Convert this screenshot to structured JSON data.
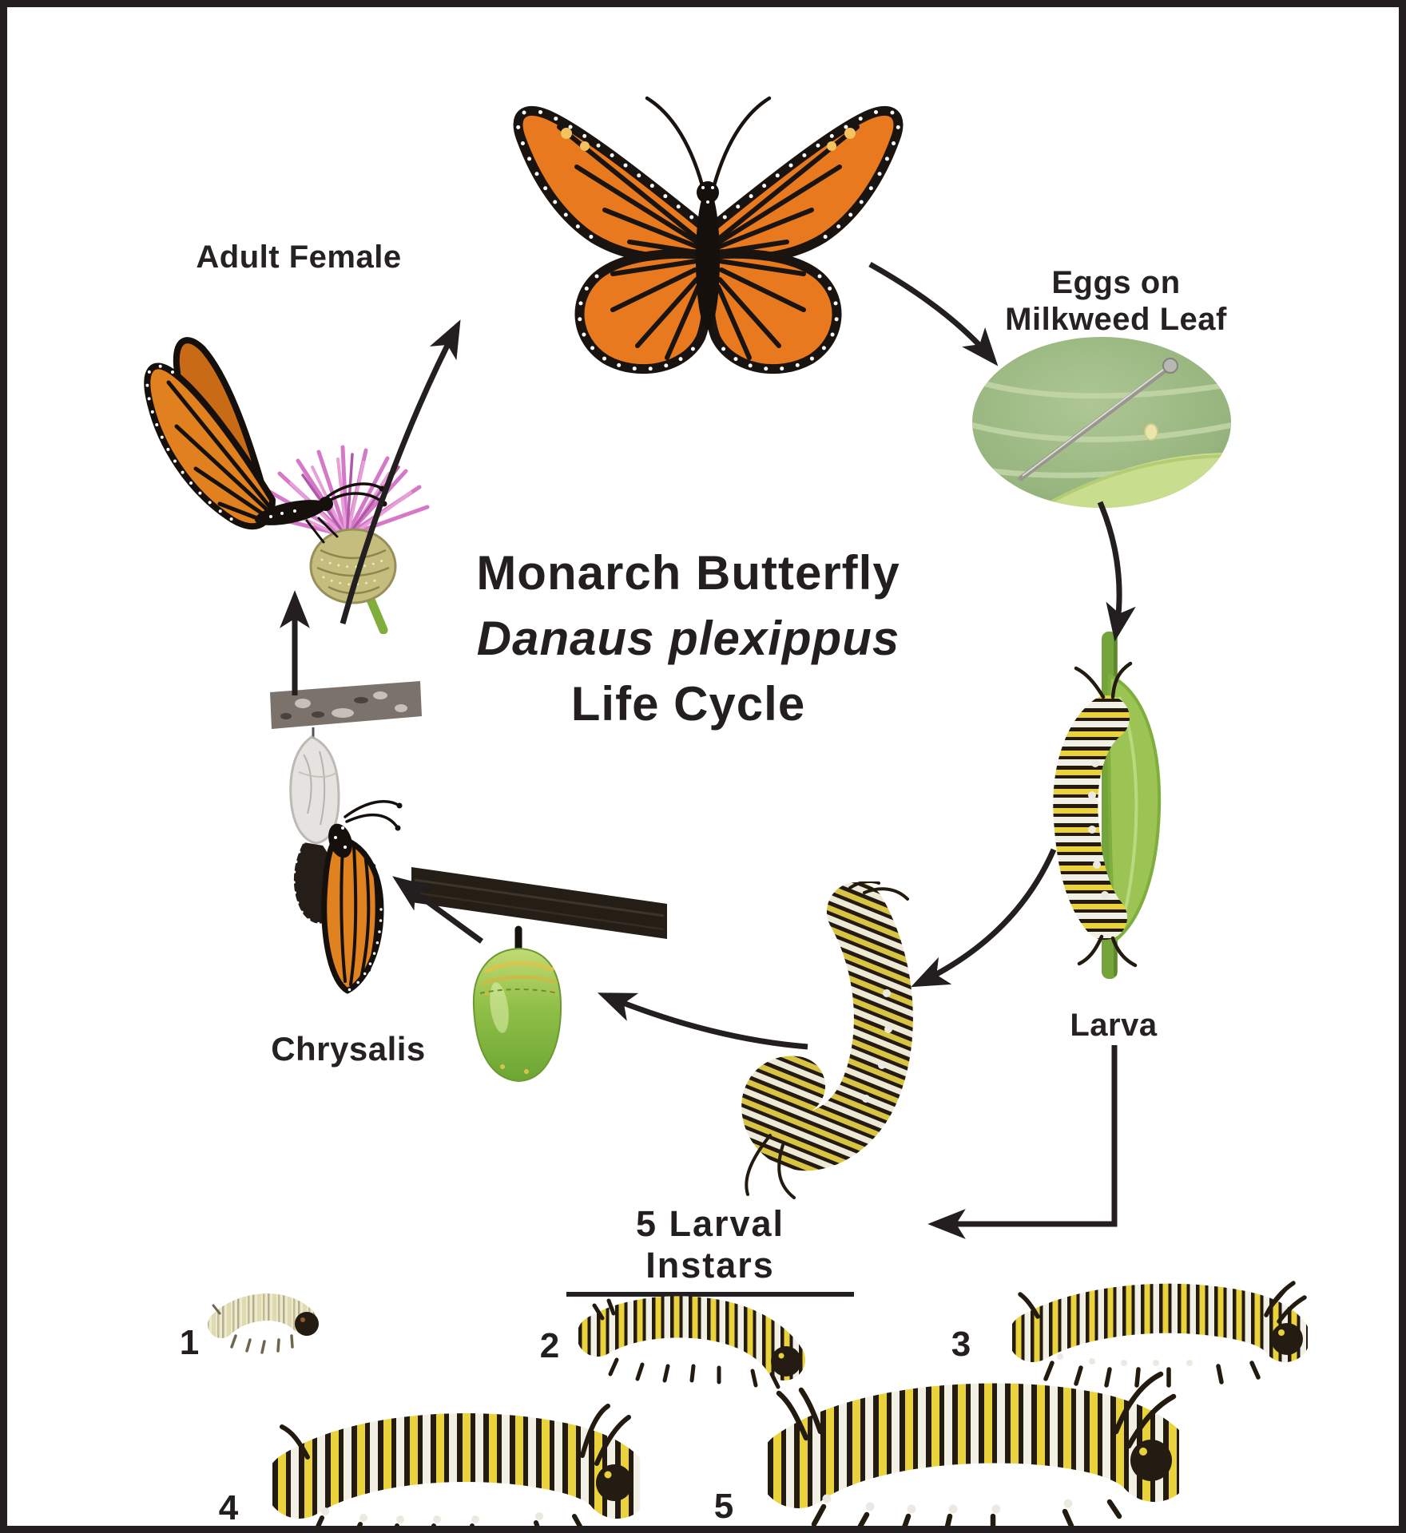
{
  "figure": {
    "title": {
      "line1": "Monarch Butterfly",
      "line2": "Danaus plexippus",
      "line3": "Life Cycle"
    },
    "labels": {
      "adult_female": "Adult Female",
      "eggs_line1": "Eggs on",
      "eggs_line2": "Milkweed Leaf",
      "larva": "Larva",
      "chrysalis": "Chrysalis",
      "instars_heading": "5 Larval Instars"
    },
    "instars": [
      {
        "number": "1"
      },
      {
        "number": "2"
      },
      {
        "number": "3"
      },
      {
        "number": "4"
      },
      {
        "number": "5"
      }
    ],
    "colors": {
      "ink": "#231f20",
      "monarch_orange": "#e8791f",
      "wing_black": "#1a1410",
      "wing_spot_white": "#ffffff",
      "leaf_green": "#9cbd82",
      "leaf_vein": "#c3d6a8",
      "stem_green": "#76a43c",
      "chrysalis_green": "#8fbf47",
      "chrysalis_gold": "#d9c54d",
      "thistle_pink": "#d678c8",
      "caterpillar_yellow": "#e8d23a",
      "caterpillar_white": "#f2efe4",
      "egg_yellow": "#e9e6ac",
      "bark_gray": "#7b726b"
    }
  }
}
